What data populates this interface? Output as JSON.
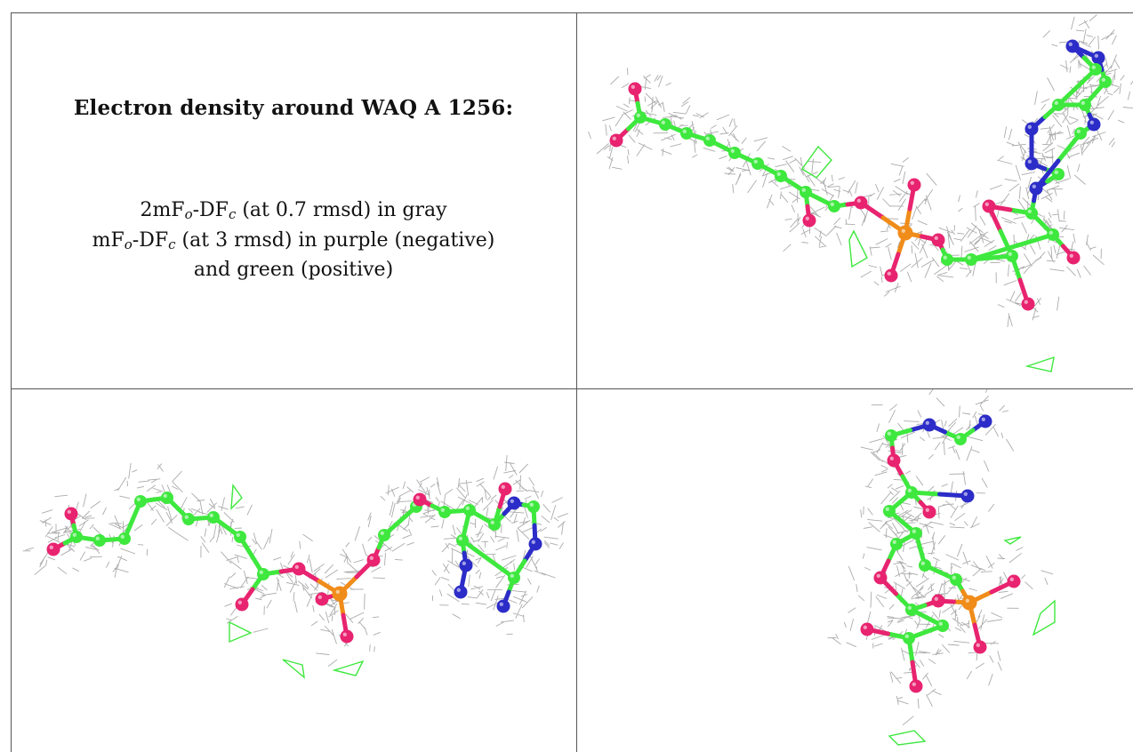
{
  "caption": {
    "title": "Electron density around WAQ A 1256:",
    "line1_prefix": "2mF",
    "line1_sub1": "o",
    "line1_mid": "-DF",
    "line1_sub2": "c",
    "line1_suffix": " (at 0.7 rmsd) in gray",
    "line2_prefix": "mF",
    "line2_sub1": "o",
    "line2_mid": "-DF",
    "line2_sub2": "c",
    "line2_suffix": " (at 3 rmsd) in purple (negative)",
    "line3": "and green (positive)"
  },
  "colors": {
    "mesh": "#8f8f8f",
    "carbon": "#3ee83e",
    "oxygen": "#e8236f",
    "nitrogen": "#2c2cc8",
    "phosphorus": "#f08c1a",
    "positive_density": "#3ee83e",
    "border": "#555555"
  },
  "views": [
    {
      "id": "view-top-right",
      "atoms": [
        [
          "O",
          714,
          100
        ],
        [
          "O",
          693,
          158
        ],
        [
          "C",
          720,
          132
        ],
        [
          "C",
          748,
          140
        ],
        [
          "C",
          772,
          150
        ],
        [
          "C",
          798,
          158
        ],
        [
          "C",
          826,
          172
        ],
        [
          "C",
          852,
          184
        ],
        [
          "C",
          878,
          198
        ],
        [
          "C",
          906,
          216
        ],
        [
          "O",
          910,
          248
        ],
        [
          "C",
          938,
          232
        ],
        [
          "O",
          968,
          228
        ],
        [
          "P",
          1018,
          262
        ],
        [
          "O",
          1028,
          208
        ],
        [
          "O",
          1002,
          310
        ],
        [
          "O",
          1055,
          270
        ],
        [
          "C",
          1065,
          292
        ],
        [
          "C",
          1092,
          292
        ],
        [
          "O",
          1112,
          232
        ],
        [
          "C",
          1160,
          240
        ],
        [
          "C",
          1184,
          264
        ],
        [
          "C",
          1138,
          288
        ],
        [
          "O",
          1156,
          342
        ],
        [
          "O",
          1207,
          290
        ],
        [
          "N",
          1165,
          212
        ],
        [
          "C",
          1190,
          196
        ],
        [
          "N",
          1160,
          184
        ],
        [
          "N",
          1160,
          145
        ],
        [
          "C",
          1190,
          118
        ],
        [
          "C",
          1220,
          118
        ],
        [
          "N",
          1235,
          65
        ],
        [
          "C",
          1243,
          92
        ],
        [
          "N",
          1230,
          140
        ],
        [
          "C",
          1215,
          150
        ],
        [
          "N",
          1206,
          52
        ],
        [
          "C",
          1232,
          78
        ]
      ],
      "bonds": [
        [
          0,
          2
        ],
        [
          1,
          2
        ],
        [
          2,
          3
        ],
        [
          3,
          4
        ],
        [
          4,
          5
        ],
        [
          5,
          6
        ],
        [
          6,
          7
        ],
        [
          7,
          8
        ],
        [
          8,
          9
        ],
        [
          9,
          10
        ],
        [
          9,
          11
        ],
        [
          11,
          12
        ],
        [
          12,
          13
        ],
        [
          13,
          14
        ],
        [
          13,
          15
        ],
        [
          13,
          16
        ],
        [
          16,
          17
        ],
        [
          17,
          18
        ],
        [
          18,
          21
        ],
        [
          21,
          20
        ],
        [
          20,
          19
        ],
        [
          19,
          22
        ],
        [
          22,
          18
        ],
        [
          22,
          23
        ],
        [
          21,
          24
        ],
        [
          20,
          25
        ],
        [
          25,
          26
        ],
        [
          26,
          27
        ],
        [
          27,
          28
        ],
        [
          28,
          29
        ],
        [
          29,
          30
        ],
        [
          30,
          33
        ],
        [
          33,
          34
        ],
        [
          34,
          25
        ],
        [
          30,
          32
        ],
        [
          32,
          31
        ],
        [
          31,
          35
        ],
        [
          35,
          36
        ],
        [
          36,
          29
        ]
      ],
      "positive_blobs": [
        [
          [
            920,
            165
          ],
          [
            935,
            180
          ],
          [
            918,
            200
          ],
          [
            902,
            190
          ]
        ],
        [
          [
            960,
            260
          ],
          [
            975,
            290
          ],
          [
            958,
            300
          ],
          [
            955,
            270
          ]
        ],
        [
          [
            1155,
            412
          ],
          [
            1185,
            402
          ],
          [
            1182,
            418
          ]
        ]
      ]
    },
    {
      "id": "view-bottom-left",
      "atoms": [
        [
          "O",
          80,
          578
        ],
        [
          "O",
          60,
          618
        ],
        [
          "C",
          86,
          604
        ],
        [
          "C",
          112,
          608
        ],
        [
          "C",
          140,
          606
        ],
        [
          "C",
          158,
          564
        ],
        [
          "C",
          188,
          560
        ],
        [
          "C",
          212,
          584
        ],
        [
          "C",
          240,
          582
        ],
        [
          "C",
          270,
          604
        ],
        [
          "C",
          296,
          646
        ],
        [
          "O",
          272,
          680
        ],
        [
          "O",
          336,
          640
        ],
        [
          "P",
          382,
          668
        ],
        [
          "O",
          362,
          674
        ],
        [
          "O",
          390,
          716
        ],
        [
          "O",
          420,
          630
        ],
        [
          "C",
          432,
          602
        ],
        [
          "C",
          468,
          570
        ],
        [
          "O",
          472,
          562
        ],
        [
          "C",
          500,
          576
        ],
        [
          "C",
          528,
          574
        ],
        [
          "C",
          520,
          608
        ],
        [
          "N",
          524,
          636
        ],
        [
          "C",
          556,
          590
        ],
        [
          "O",
          568,
          550
        ],
        [
          "N",
          578,
          566
        ],
        [
          "C",
          600,
          570
        ],
        [
          "N",
          602,
          612
        ],
        [
          "C",
          578,
          650
        ],
        [
          "N",
          518,
          666
        ],
        [
          "N",
          566,
          682
        ]
      ],
      "bonds": [
        [
          0,
          2
        ],
        [
          1,
          2
        ],
        [
          2,
          3
        ],
        [
          3,
          4
        ],
        [
          4,
          5
        ],
        [
          5,
          6
        ],
        [
          6,
          7
        ],
        [
          7,
          8
        ],
        [
          8,
          9
        ],
        [
          9,
          10
        ],
        [
          10,
          11
        ],
        [
          10,
          12
        ],
        [
          12,
          13
        ],
        [
          13,
          14
        ],
        [
          13,
          15
        ],
        [
          13,
          16
        ],
        [
          16,
          17
        ],
        [
          17,
          18
        ],
        [
          18,
          19
        ],
        [
          19,
          20
        ],
        [
          20,
          21
        ],
        [
          21,
          22
        ],
        [
          22,
          23
        ],
        [
          21,
          24
        ],
        [
          24,
          25
        ],
        [
          24,
          26
        ],
        [
          26,
          27
        ],
        [
          27,
          28
        ],
        [
          28,
          29
        ],
        [
          29,
          22
        ],
        [
          23,
          30
        ],
        [
          29,
          31
        ]
      ],
      "positive_blobs": [
        [
          [
            262,
            546
          ],
          [
            272,
            560
          ],
          [
            260,
            572
          ]
        ],
        [
          [
            258,
            700
          ],
          [
            282,
            712
          ],
          [
            258,
            722
          ]
        ],
        [
          [
            318,
            742
          ],
          [
            340,
            748
          ],
          [
            342,
            762
          ]
        ],
        [
          [
            376,
            754
          ],
          [
            408,
            744
          ],
          [
            400,
            760
          ]
        ]
      ]
    },
    {
      "id": "view-bottom-right",
      "atoms": [
        [
          "N",
          1108,
          474
        ],
        [
          "C",
          1080,
          494
        ],
        [
          "N",
          1045,
          478
        ],
        [
          "C",
          1002,
          490
        ],
        [
          "O",
          1005,
          518
        ],
        [
          "C",
          1025,
          554
        ],
        [
          "O",
          1045,
          576
        ],
        [
          "N",
          1088,
          558
        ],
        [
          "C",
          1000,
          575
        ],
        [
          "C",
          1030,
          600
        ],
        [
          "C",
          1008,
          612
        ],
        [
          "C",
          1040,
          636
        ],
        [
          "C",
          1075,
          652
        ],
        [
          "P",
          1090,
          678
        ],
        [
          "O",
          1140,
          654
        ],
        [
          "O",
          1102,
          728
        ],
        [
          "O",
          1055,
          676
        ],
        [
          "C",
          1025,
          686
        ],
        [
          "O",
          990,
          650
        ],
        [
          "C",
          1060,
          704
        ],
        [
          "O",
          975,
          708
        ],
        [
          "C",
          1022,
          718
        ],
        [
          "O",
          1030,
          772
        ]
      ],
      "bonds": [
        [
          0,
          1
        ],
        [
          1,
          2
        ],
        [
          2,
          3
        ],
        [
          3,
          4
        ],
        [
          4,
          5
        ],
        [
          5,
          6
        ],
        [
          5,
          7
        ],
        [
          5,
          8
        ],
        [
          8,
          9
        ],
        [
          9,
          10
        ],
        [
          9,
          11
        ],
        [
          11,
          12
        ],
        [
          12,
          13
        ],
        [
          13,
          14
        ],
        [
          13,
          15
        ],
        [
          13,
          16
        ],
        [
          16,
          17
        ],
        [
          17,
          18
        ],
        [
          17,
          19
        ],
        [
          19,
          21
        ],
        [
          21,
          20
        ],
        [
          21,
          22
        ],
        [
          10,
          18
        ]
      ],
      "positive_blobs": [
        [
          [
            1130,
            608
          ],
          [
            1148,
            604
          ],
          [
            1136,
            612
          ]
        ],
        [
          [
            1170,
            690
          ],
          [
            1186,
            676
          ],
          [
            1186,
            700
          ],
          [
            1162,
            714
          ]
        ],
        [
          [
            1000,
            828
          ],
          [
            1028,
            822
          ],
          [
            1040,
            834
          ],
          [
            1010,
            838
          ]
        ]
      ]
    }
  ]
}
